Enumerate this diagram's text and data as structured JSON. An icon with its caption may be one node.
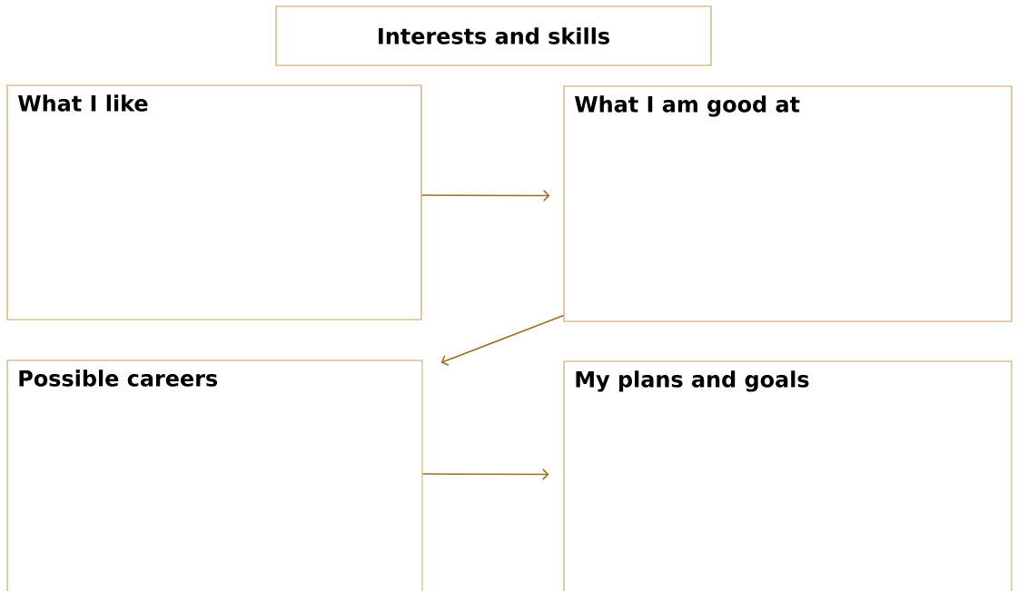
{
  "diagram": {
    "nodes": [
      {
        "text": [
          "Interests and skills"
        ]
      },
      {
        "text": [
          "What I like"
        ]
      },
      {
        "text": [
          "What I am good at"
        ]
      },
      {
        "text": [
          "Possible careers"
        ]
      },
      {
        "text": [
          "My plans and goals"
        ]
      }
    ],
    "edges": [
      {
        "from": 1,
        "to": 2,
        "arrow": "to"
      },
      {
        "from": 2,
        "to": 3,
        "arrow": "to"
      },
      {
        "from": 3,
        "to": 4,
        "arrow": "to"
      }
    ]
  }
}
